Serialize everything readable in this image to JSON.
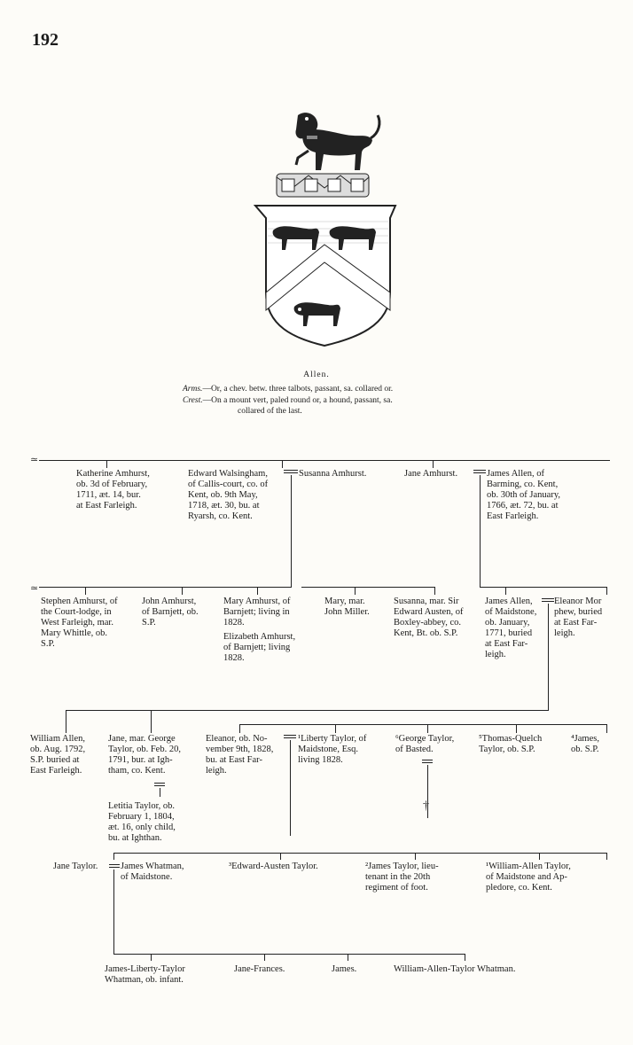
{
  "page_number": "192",
  "arms": {
    "caption": "Allen.",
    "arms_label": "Arms.",
    "arms_text": "—Or, a chev. betw. three talbots, passant, sa. collared or.",
    "crest_label": "Crest.",
    "crest_text": "—On a mount vert, paled round or, a hound, passant, sa.",
    "crest_text2": "collared of the last."
  },
  "gen1": {
    "katherine": "Katherine Amhurst,\nob. 3d of February,\n1711, æt. 14, bur.\nat East Farleigh.",
    "edward": "Edward Walsingham,\nof Callis-court, co. of\nKent, ob. 9th May,\n1718, æt. 30, bu. at\nRyarsh, co. Kent.",
    "susanna": "Susanna Amhurst.",
    "jane": "Jane Amhurst.",
    "james_allen": "James Allen, of\nBarming, co. Kent,\nob. 30th of January,\n1766, æt. 72, bu. at\nEast Farleigh."
  },
  "gen2": {
    "stephen": "Stephen Amhurst, of\nthe Court-lodge, in\nWest Farleigh, mar.\nMary Whittle, ob.\nS.P.",
    "john": "John Amhurst,\nof Barnjett, ob.\nS.P.",
    "mary": "Mary Amhurst, of\nBarnjett; living in\n1828.",
    "elizabeth": "Elizabeth Amhurst,\nof Barnjett; living\n1828.",
    "mary_miller": "Mary, mar.\nJohn Miller.",
    "susanna_austen": "Susanna, mar. Sir\nEdward Austen, of\nBoxley-abbey, co.\nKent, Bt. ob. S.P.",
    "james_allen_jr": "James Allen,\nof Maidstone,\nob. January,\n1771, buried\nat East Far-\nleigh.",
    "eleanor_mor": "Eleanor Mor\nphew, buried\nat East Far-\nleigh."
  },
  "gen3": {
    "william": "William Allen,\nob. Aug. 1792,\nS.P. buried at\nEast Farleigh.",
    "jane_taylor": "Jane, mar. George\nTaylor, ob. Feb. 20,\n1791, bur. at Igh-\ntham, co. Kent.",
    "eleanor": "Eleanor, ob. No-\nvember 9th, 1828,\nbu. at East Far-\nleigh.",
    "liberty": "¹Liberty Taylor, of\nMaidstone, Esq.\nliving 1828.",
    "george": "⁶George Taylor,\nof Basted.",
    "thomas": "⁵Thomas-Quelch\nTaylor, ob. S.P.",
    "james": "⁴James,\nob. S.P.",
    "letitia": "Letitia Taylor, ob.\nFebruary 1, 1804,\næt. 16, only child,\nbu. at Ighthan."
  },
  "gen4": {
    "jane": "Jane Taylor.",
    "james_whatman": "James Whatman,\nof Maidstone.",
    "edward_austen": "³Edward-Austen Taylor.",
    "james_taylor": "²James Taylor, lieu-\ntenant in the 20th\nregiment of foot.",
    "william_allen": "¹William-Allen Taylor,\nof Maidstone and Ap-\npledore, co. Kent."
  },
  "gen5": {
    "james_liberty": "James-Liberty-Taylor\nWhatman, ob. infant.",
    "jane_frances": "Jane-Frances.",
    "james": "James.",
    "william_allen": "William-Allen-Taylor Whatman."
  }
}
